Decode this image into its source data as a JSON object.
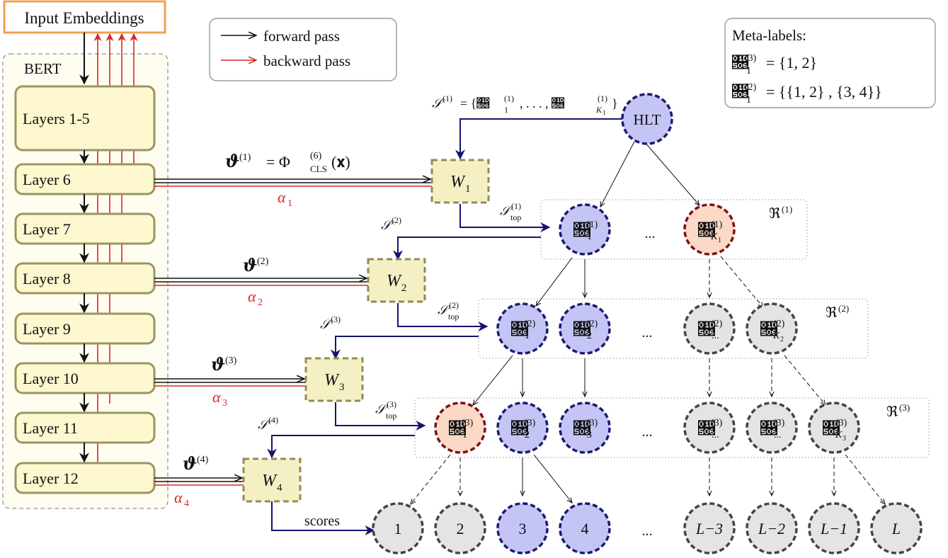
{
  "input": {
    "label": "Input Embeddings"
  },
  "bert": {
    "label": "BERT",
    "layers": [
      "Layers 1-5",
      "Layer 6",
      "Layer 7",
      "Layer 8",
      "Layer 9",
      "Layer 10",
      "Layer 11",
      "Layer 12"
    ]
  },
  "legend": {
    "forward": "forward pass",
    "backward": "backward pass"
  },
  "meta": {
    "title": "Meta-labels:",
    "lines": [
      {
        "sym": "𝔆",
        "sub": "1",
        "sup": "(3)",
        "rhs": "= {1, 2}"
      },
      {
        "sym": "𝔆",
        "sub": "1",
        "sup": "(2)",
        "rhs": "= {{1, 2} , {3, 4}}"
      }
    ]
  },
  "hlt": {
    "label": "HLT"
  },
  "s1": {
    "lhs": "𝒮",
    "sup": "(1)",
    "mid": "= {𝔆",
    "sub1": "1",
    "sup1": "(1)",
    "dots": ", . . . , 𝔆",
    "subK": "K",
    "subK2": "1",
    "supK": "(1)",
    "end": "}"
  },
  "weights": [
    {
      "label": "W",
      "sub": "1"
    },
    {
      "label": "W",
      "sub": "2"
    },
    {
      "label": "W",
      "sub": "3"
    },
    {
      "label": "W",
      "sub": "4"
    }
  ],
  "theta": [
    {
      "sym": "𝝑",
      "sup": "(1)",
      "rhs": "= Φ",
      "rsub": "CLS",
      "rsup": "(6)",
      "arg": "(𝐱)"
    },
    {
      "sym": "𝝑",
      "sup": "(2)"
    },
    {
      "sym": "𝝑",
      "sup": "(3)"
    },
    {
      "sym": "𝝑",
      "sup": "(4)"
    }
  ],
  "alpha": [
    {
      "sym": "α",
      "sub": "1"
    },
    {
      "sym": "α",
      "sub": "2"
    },
    {
      "sym": "α",
      "sub": "3"
    },
    {
      "sym": "α",
      "sub": "4"
    }
  ],
  "stop": [
    {
      "sym": "𝒮",
      "sub": "top",
      "sup": "(1)"
    },
    {
      "sym": "𝒮",
      "sub": "top",
      "sup": "(2)"
    },
    {
      "sym": "𝒮",
      "sub": "top",
      "sup": "(3)"
    }
  ],
  "snext": [
    {
      "sym": "𝒮",
      "sup": "(2)"
    },
    {
      "sym": "𝒮",
      "sup": "(3)"
    },
    {
      "sym": "𝒮",
      "sup": "(4)"
    }
  ],
  "levels": [
    {
      "rlabel": "ℜ",
      "rsup": "(1)"
    },
    {
      "rlabel": "ℜ",
      "rsup": "(2)"
    },
    {
      "rlabel": "ℜ",
      "rsup": "(3)"
    }
  ],
  "nodes": {
    "l1": [
      {
        "sym": "𝔆",
        "sub": "1",
        "sup": "(1)"
      },
      {
        "sym": "𝔆",
        "sub": "K",
        "sub2": "1",
        "sup": "(1)"
      }
    ],
    "l2": [
      {
        "sym": "𝔆",
        "sub": "1",
        "sup": "(2)"
      },
      {
        "sym": "𝔆",
        "sub": "2",
        "sup": "(2)"
      },
      {
        "sym": "𝔆",
        "sub": "...",
        "sup": "(2)"
      },
      {
        "sym": "𝔆",
        "sub": "K",
        "sub2": "2",
        "sup": "(2)"
      }
    ],
    "l3": [
      {
        "sym": "𝔆",
        "sub": "1",
        "sup": "(3)"
      },
      {
        "sym": "𝔆",
        "sub": "2",
        "sup": "(3)"
      },
      {
        "sym": "𝔆",
        "sub": "3",
        "sup": "(3)"
      },
      {
        "sym": "𝔆",
        "sub": "...",
        "sup": "(3)"
      },
      {
        "sym": "𝔆",
        "sub": "...",
        "sup": "(3)"
      },
      {
        "sym": "𝔆",
        "sub": "K",
        "sub2": "3",
        "sup": "(3)"
      }
    ],
    "leaves": [
      "1",
      "2",
      "3",
      "4",
      "L−3",
      "L−2",
      "L−1",
      "L"
    ]
  },
  "ellipsis": "...",
  "scores": "scores",
  "colors": {
    "layer_fill": "#fdf8cf",
    "layer_stroke": "#9a9561",
    "input_stroke": "#f0a050",
    "weight_fill": "#f4f0c4",
    "weight_stroke": "#938b55",
    "active_fill": "#c5c5f5",
    "active_stroke": "#1b1b6e",
    "selected_fill": "#fad9c6",
    "selected_stroke": "#7d1111",
    "inactive_fill": "#e4e4e4",
    "inactive_stroke": "#444444",
    "arrow_blue": "#141470",
    "arrow_red": "#d62828"
  }
}
